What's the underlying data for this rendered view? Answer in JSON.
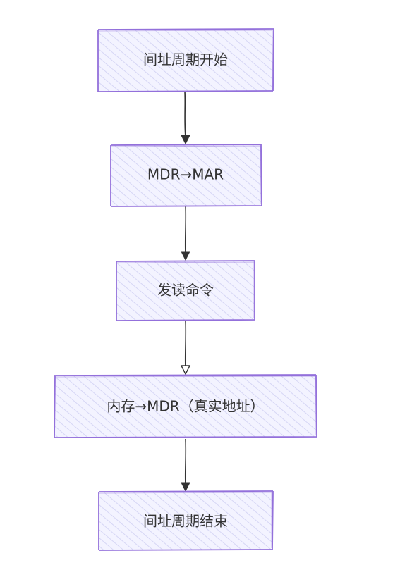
{
  "flowchart": {
    "nodes": [
      {
        "id": "n1",
        "label": "间址周期开始"
      },
      {
        "id": "n2",
        "label": "MDR→MAR"
      },
      {
        "id": "n3",
        "label": "发读命令"
      },
      {
        "id": "n4",
        "label": "内存→MDR（真实地址）"
      },
      {
        "id": "n5",
        "label": "间址周期结束"
      }
    ],
    "edges": [
      {
        "from": "n1",
        "to": "n2"
      },
      {
        "from": "n2",
        "to": "n3"
      },
      {
        "from": "n3",
        "to": "n4"
      },
      {
        "from": "n4",
        "to": "n5"
      }
    ],
    "colors": {
      "node_fill": "#ececff",
      "node_stroke": "#9370db",
      "hatch": "#c9c9f2",
      "edge": "#333333",
      "text": "#333333"
    }
  }
}
